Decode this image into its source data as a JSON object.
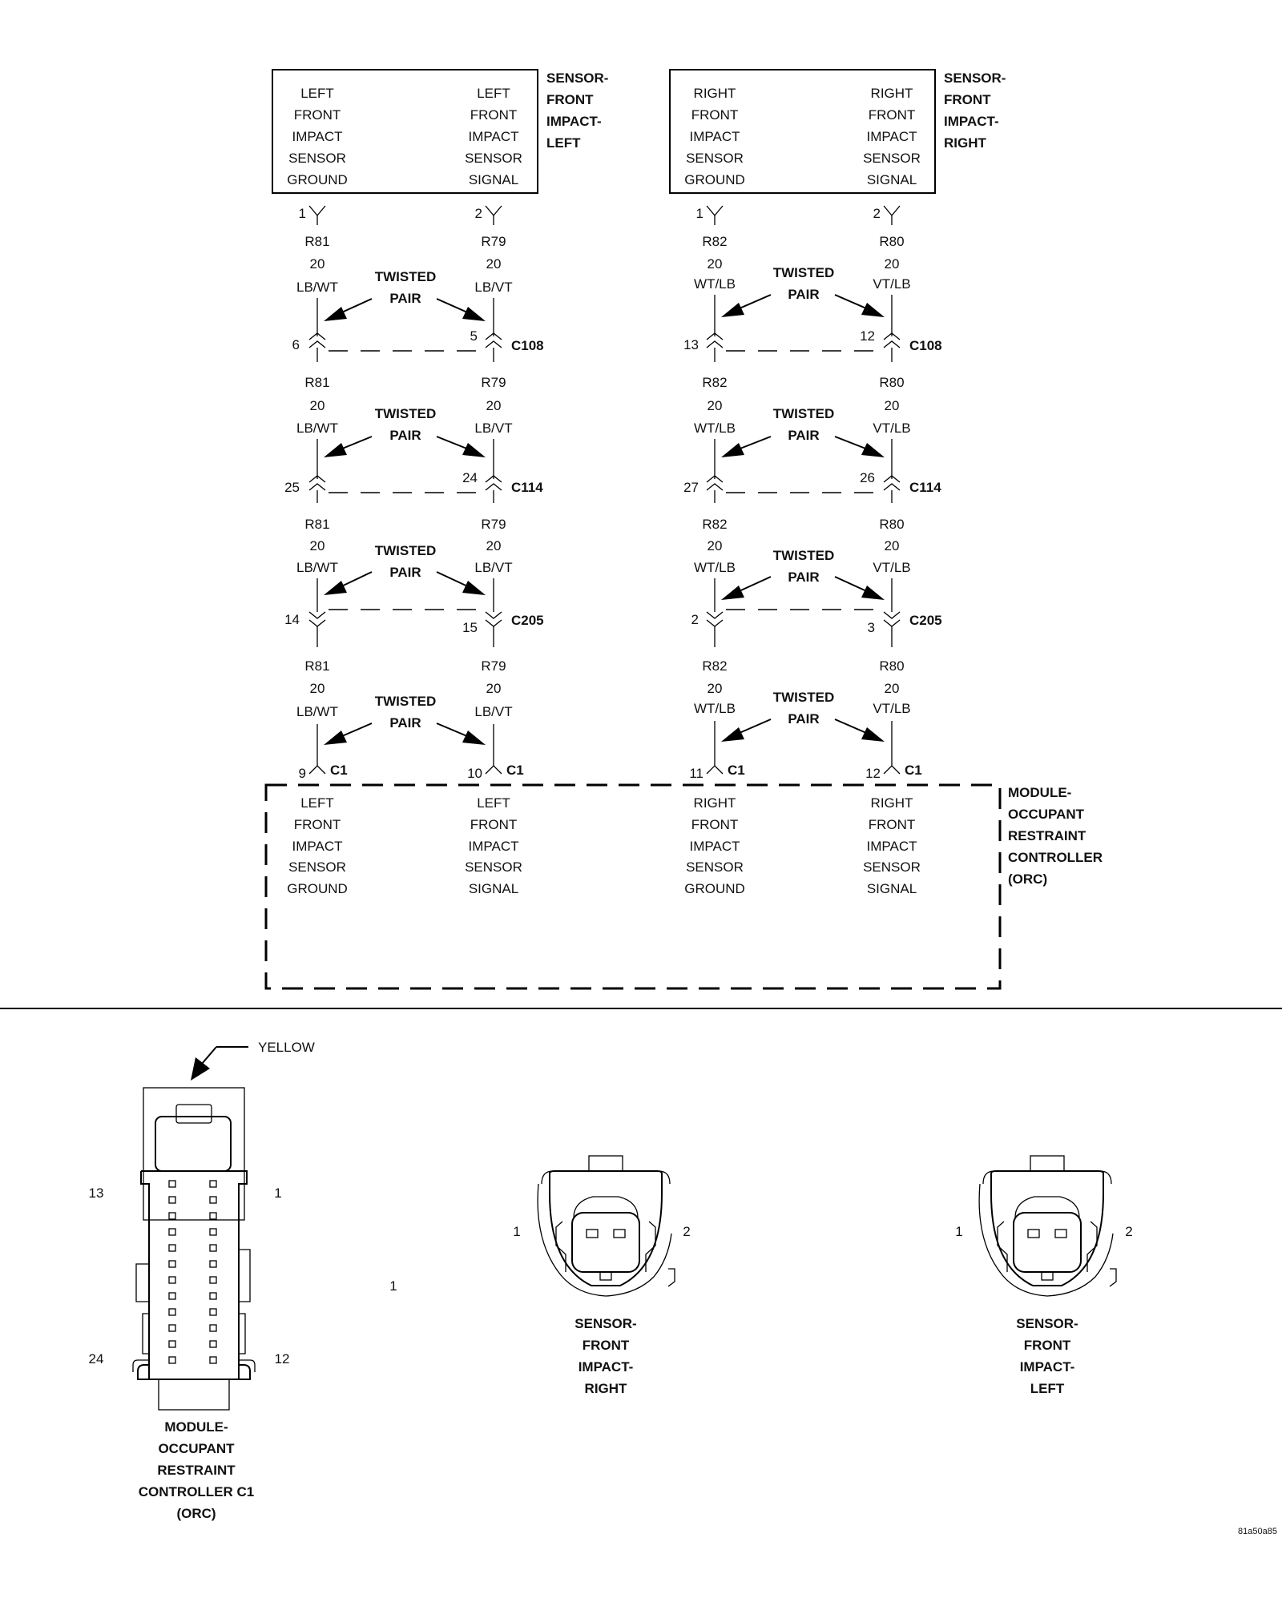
{
  "sensor_left_box": {
    "ground_lines": [
      "LEFT",
      "FRONT",
      "IMPACT",
      "SENSOR",
      "GROUND"
    ],
    "signal_lines": [
      "LEFT",
      "FRONT",
      "IMPACT",
      "SENSOR",
      "SIGNAL"
    ],
    "name_lines": [
      "SENSOR-",
      "FRONT",
      "IMPACT-",
      "LEFT"
    ]
  },
  "sensor_right_box": {
    "ground_lines": [
      "RIGHT",
      "FRONT",
      "IMPACT",
      "SENSOR",
      "GROUND"
    ],
    "signal_lines": [
      "RIGHT",
      "FRONT",
      "IMPACT",
      "SENSOR",
      "SIGNAL"
    ],
    "name_lines": [
      "SENSOR-",
      "FRONT",
      "IMPACT-",
      "RIGHT"
    ]
  },
  "sensor_pins": [
    "1",
    "2",
    "1",
    "2"
  ],
  "wires": [
    {
      "circuit": "R81",
      "gauge": "20",
      "color": "LB/WT"
    },
    {
      "circuit": "R79",
      "gauge": "20",
      "color": "LB/VT"
    },
    {
      "circuit": "R82",
      "gauge": "20",
      "color": "WT/LB"
    },
    {
      "circuit": "R80",
      "gauge": "20",
      "color": "VT/LB"
    }
  ],
  "twisted_pair_label": [
    "TWISTED",
    "PAIR"
  ],
  "connectors": [
    {
      "name": "C108",
      "pins": [
        "6",
        "5",
        "13",
        "12"
      ]
    },
    {
      "name": "C114",
      "pins": [
        "25",
        "24",
        "27",
        "26"
      ]
    },
    {
      "name": "C205",
      "pins": [
        "14",
        "15",
        "2",
        "3"
      ]
    }
  ],
  "module_connector": {
    "name": "C1",
    "pins": [
      "9",
      "10",
      "11",
      "12"
    ]
  },
  "module_box": {
    "columns": [
      [
        "LEFT",
        "FRONT",
        "IMPACT",
        "SENSOR",
        "GROUND"
      ],
      [
        "LEFT",
        "FRONT",
        "IMPACT",
        "SENSOR",
        "SIGNAL"
      ],
      [
        "RIGHT",
        "FRONT",
        "IMPACT",
        "SENSOR",
        "GROUND"
      ],
      [
        "RIGHT",
        "FRONT",
        "IMPACT",
        "SENSOR",
        "SIGNAL"
      ]
    ],
    "name_lines": [
      "MODULE-",
      "OCCUPANT",
      "RESTRAINT",
      "CONTROLLER",
      "(ORC)"
    ]
  },
  "connector_views": {
    "orc": {
      "color_label": "YELLOW",
      "pin_labels": [
        "13",
        "1",
        "24",
        "12"
      ],
      "name_lines": [
        "MODULE-",
        "OCCUPANT",
        "RESTRAINT",
        "CONTROLLER C1",
        "(ORC)"
      ]
    },
    "stray_label": "1",
    "sensor_right": {
      "pin_labels": [
        "1",
        "2"
      ],
      "name_lines": [
        "SENSOR-",
        "FRONT",
        "IMPACT-",
        "RIGHT"
      ]
    },
    "sensor_left": {
      "pin_labels": [
        "1",
        "2"
      ],
      "name_lines": [
        "SENSOR-",
        "FRONT",
        "IMPACT-",
        "LEFT"
      ]
    }
  },
  "figure_id": "81a50a85"
}
